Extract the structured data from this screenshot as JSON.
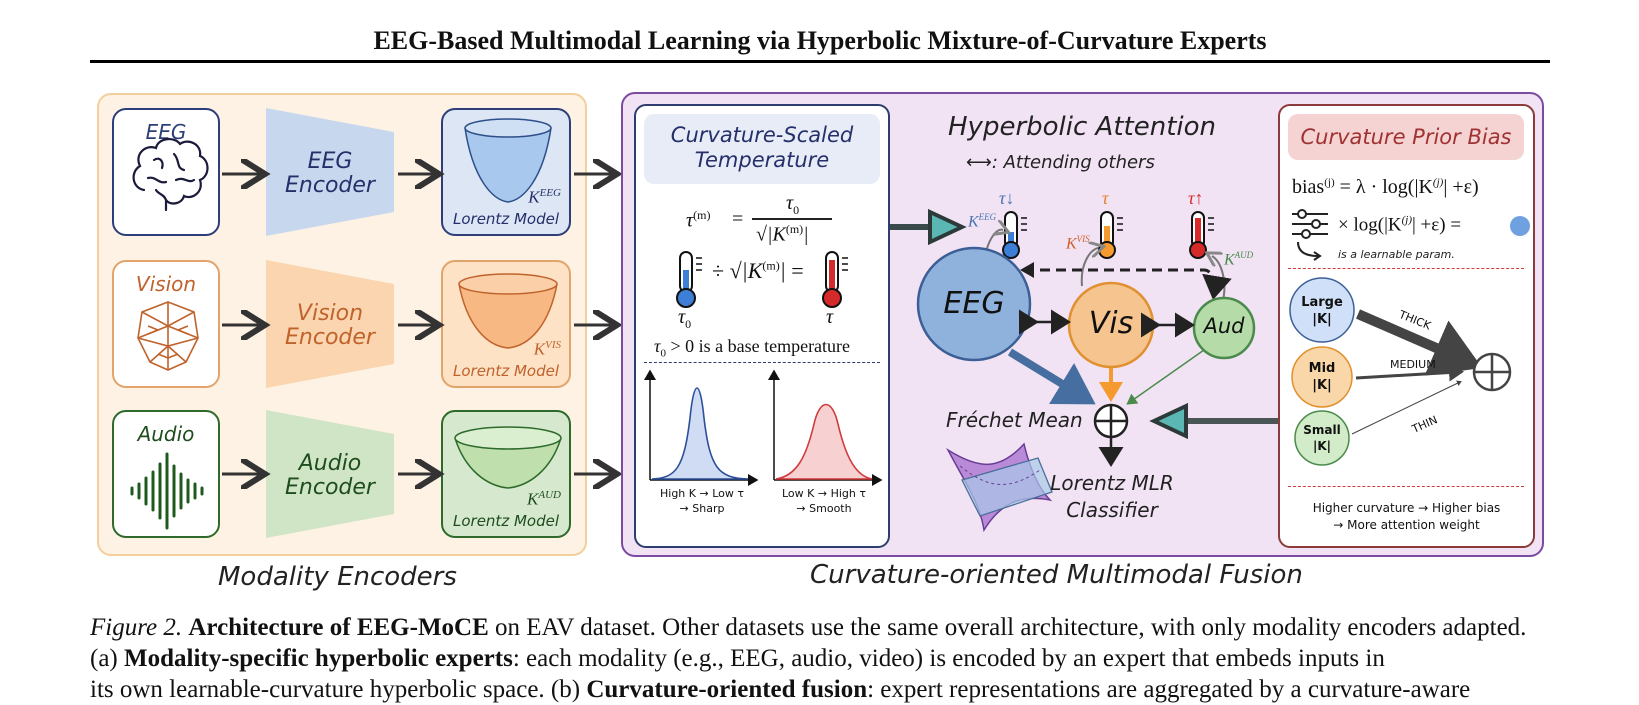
{
  "title": "EEG-Based Multimodal Learning via Hyperbolic Mixture-of-Curvature Experts",
  "left_panel": {
    "caption": "Modality Encoders",
    "rows": [
      {
        "modality": "EEG",
        "encoder": [
          "EEG",
          "Encoder"
        ],
        "k_sup": "EEG",
        "lorentz": "Lorentz Model",
        "color": "#2d3e7a",
        "light": "#dce6f5",
        "icon": "brain-icon"
      },
      {
        "modality": "Vision",
        "encoder": [
          "Vision",
          "Encoder"
        ],
        "k_sup": "VIS",
        "lorentz": "Lorentz Model",
        "color": "#c0622b",
        "light": "#fbd9b8",
        "icon": "face-mesh-icon"
      },
      {
        "modality": "Audio",
        "encoder": [
          "Audio",
          "Encoder"
        ],
        "k_sup": "AUD",
        "lorentz": "Lorentz Model",
        "color": "#2e6a2c",
        "light": "#d6e9cf",
        "icon": "waveform-icon"
      }
    ]
  },
  "temperature": {
    "title": [
      "Curvature-Scaled",
      "Temperature"
    ],
    "formula_lhs": "τ",
    "formula_sup": "(m)",
    "formula_num": "τ",
    "formula_num_sub": "0",
    "formula_den": "√|K",
    "formula_den_sup": "(m)",
    "formula_den_close": "|",
    "equals": "=",
    "divide": "÷",
    "sqrt_k": "√|K",
    "sqrt_k_sup": "(m)",
    "sqrt_k_close": "|",
    "tau0": "τ",
    "tau0_sub": "0",
    "tau": "τ",
    "base_note_tau": "τ",
    "base_note_sub": "0",
    "base_note": " > 0 is a base temperature",
    "sharp_label": [
      "High K → Low τ",
      "→ Sharp"
    ],
    "smooth_label": [
      "Low K → High τ",
      "→ Smooth"
    ]
  },
  "attention": {
    "title": "Hyperbolic Attention",
    "legend": ": Attending others",
    "nodes": {
      "eeg": "EEG",
      "vis": "Vis",
      "aud": "Aud"
    },
    "tau_eeg": "τ↓",
    "tau_vis": "τ",
    "tau_aud": "τ↑",
    "k_eeg": "K",
    "k_eeg_sup": "EEG",
    "k_vis": "K",
    "k_vis_sup": "VIS",
    "k_aud": "K",
    "k_aud_sup": "AUD",
    "frechet": "Fréchet Mean",
    "classifier": [
      "Lorentz MLR",
      "Classifier"
    ]
  },
  "prior": {
    "title": "Curvature Prior Bias",
    "bias_formula": "bias",
    "bias_sup": "(j)",
    "bias_rhs": " = λ · log(|K",
    "bias_rhs_sup": "(j)",
    "bias_rhs_close": "| +ε)",
    "times": "× log(|K",
    "times_sup": "(j)",
    "times_close": "| +ε) =",
    "learnable_note": "is a learnable param.",
    "large": [
      "Large",
      "|K|"
    ],
    "mid": [
      "Mid",
      "|K|"
    ],
    "small": [
      "Small",
      "|K|"
    ],
    "thick": "THICK",
    "medium": "MEDIUM",
    "thin": "THIN",
    "footer": [
      "Higher curvature → Higher bias",
      "→ More attention weight"
    ]
  },
  "right_panel": {
    "caption": "Curvature-oriented Multimodal Fusion"
  },
  "caption": {
    "fig": "Figure 2.",
    "bold1": "Architecture of EEG-MoCE",
    "text1": " on EAV dataset. Other datasets use the same overall architecture, with only modality encoders adapted. (a) ",
    "bold2": "Modality-specific hyperbolic experts",
    "text2": ": each modality (e.g., EEG, audio, video) is encoded by an expert that embeds inputs in",
    "line3": "its own learnable-curvature hyperbolic space. (b) ",
    "bold3": "Curvature-oriented fusion",
    "text3": ": expert representations are aggregated by a curvature-aware"
  },
  "colors": {
    "eeg": "#8fb2dc",
    "vis": "#f6c48f",
    "aud": "#b5dba8",
    "teal": "#5bb7b3",
    "purple": "#7b4aa1"
  }
}
